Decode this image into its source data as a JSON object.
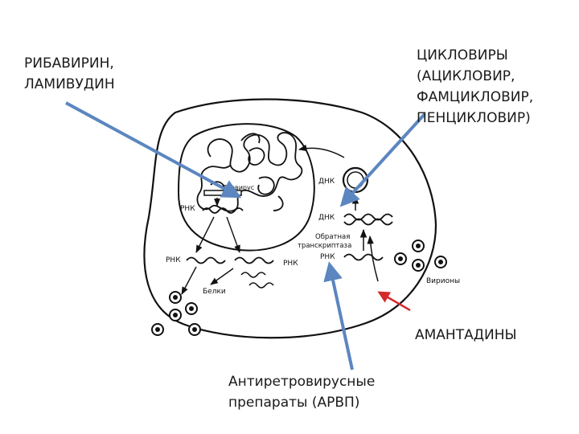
{
  "labels": {
    "ribavirin": [
      "РИБАВИРИН,",
      "ЛАМИВУДИН"
    ],
    "cyclovirs": [
      "ЦИКЛОВИРЫ",
      "(АЦИКЛОВИР,",
      "ФАМЦИКЛОВИР,",
      "ПЕНЦИКЛОВИР)"
    ],
    "amantadine": "АМАНТАДИНЫ",
    "arvp": [
      "Антиретровирусные",
      "препараты (АРВП)"
    ]
  },
  "diagram": {
    "provirus": "Провирус",
    "rna_nucleus": "РНК",
    "dna_ring": "ДНК",
    "dna_cyto": "ДНК",
    "rt_line1": "Обратная",
    "rt_line2": "транскриптаза",
    "rna_cyto_right": "РНК",
    "rna_left": "РНК",
    "rna_mid": "РНК",
    "proteins": "Белки",
    "virions": "Вирионы"
  },
  "colors": {
    "blue_arrow": "#5b86c0",
    "red_arrow": "#d42a2a",
    "ink": "#111111"
  }
}
